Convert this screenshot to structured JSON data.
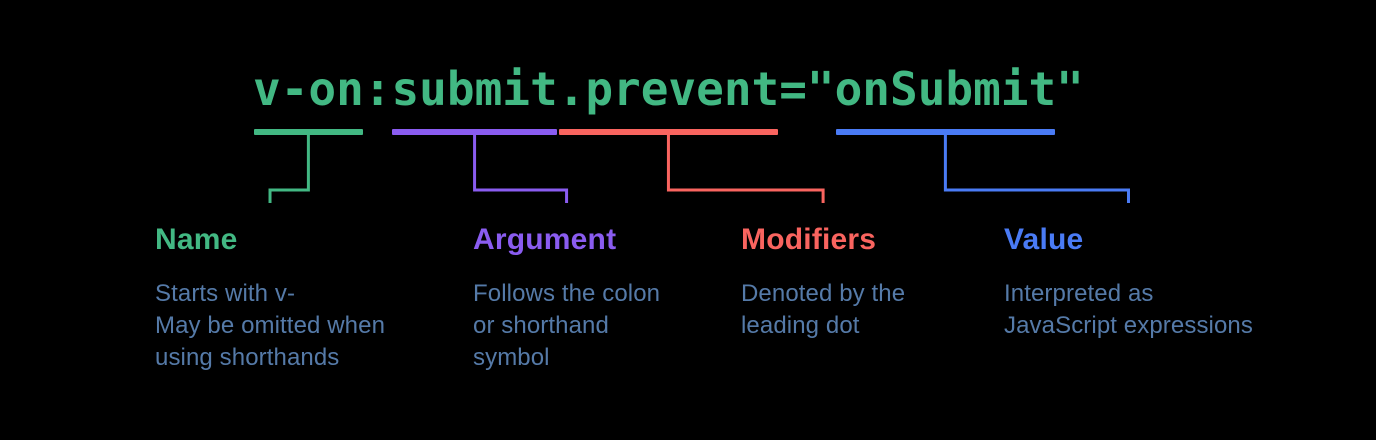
{
  "code": {
    "full_text": "v-on:submit.prevent=\"onSubmit\"",
    "text_color": "#42b883",
    "segments": [
      {
        "text": "v-on",
        "part": "name"
      },
      {
        "text": ":",
        "part": "plain"
      },
      {
        "text": "submit",
        "part": "argument"
      },
      {
        "text": ".prevent",
        "part": "modifiers"
      },
      {
        "text": "=\"",
        "part": "plain"
      },
      {
        "text": "onSubmit",
        "part": "value"
      },
      {
        "text": "\"",
        "part": "plain"
      }
    ]
  },
  "colors": {
    "background": "#000000",
    "code_text": "#42b883",
    "name_accent": "#42b883",
    "argument_accent": "#8a5cf0",
    "modifiers_accent": "#f9645f",
    "value_accent": "#4a7bf5",
    "description_text": "#557aa8"
  },
  "legend": [
    {
      "id": "name",
      "label": "Name",
      "color": "#42b883",
      "description": [
        "Starts with v-",
        "May be omitted when",
        "using shorthands"
      ]
    },
    {
      "id": "argument",
      "label": "Argument",
      "color": "#8a5cf0",
      "description": [
        "Follows the colon",
        "or shorthand",
        "symbol"
      ]
    },
    {
      "id": "modifiers",
      "label": "Modifiers",
      "color": "#f9645f",
      "description": [
        "Denoted by the",
        "leading dot"
      ]
    },
    {
      "id": "value",
      "label": "Value",
      "color": "#4a7bf5",
      "description": [
        "Interpreted as",
        "JavaScript expressions"
      ]
    }
  ]
}
